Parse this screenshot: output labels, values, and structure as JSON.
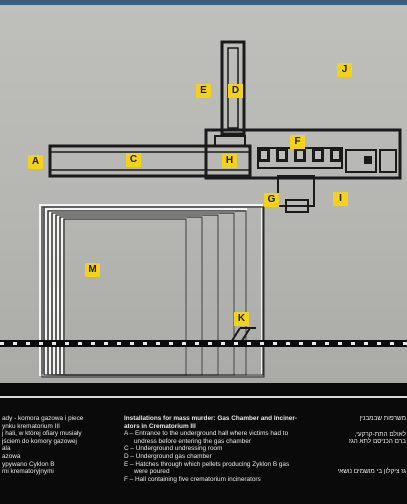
{
  "photo_description": "Photograph of a memorial plaque showing a floor plan of Crematorium III",
  "labels": {
    "A": "A",
    "C": "C",
    "D": "D",
    "E": "E",
    "F": "F",
    "G": "G",
    "H": "H",
    "I": "I",
    "J": "J",
    "K": "K",
    "M": "M"
  },
  "legend_left": {
    "line1": "ady - komora gazowa i piece",
    "line2": "ynku krematorium III",
    "line3": "j hali, w której ofiary musiały",
    "line4": "jściem do komory gazowej",
    "line5": "ala",
    "line6": "azowa",
    "line7": "ypywano Cyklon B",
    "line8": "mi krematoryjnymi"
  },
  "legend_center": {
    "title1": "Installations for mass murder: Gas Chamber and Inciner-",
    "title2": "ators in Crematorium III",
    "line_a1": "A – Entrance to the underground hall where victims had to",
    "line_a2": "undress before entering the gas chamber",
    "line_c": "C – Underground undressing room",
    "line_d": "D – Underground gas chamber",
    "line_e1": "E – Hatches through which pellets producing Zyklon B gas",
    "line_e2": "were poured",
    "line_f": "F – Hall containing five crematorium incinerators"
  },
  "legend_right": {
    "line1": "משרפות שבמבנין",
    "line2": "לאולם התת-קרקעי,",
    "line3": "ברם הכניסם לתא הגז",
    "line4": "גז ציקלון בי מושמים נושאי"
  }
}
